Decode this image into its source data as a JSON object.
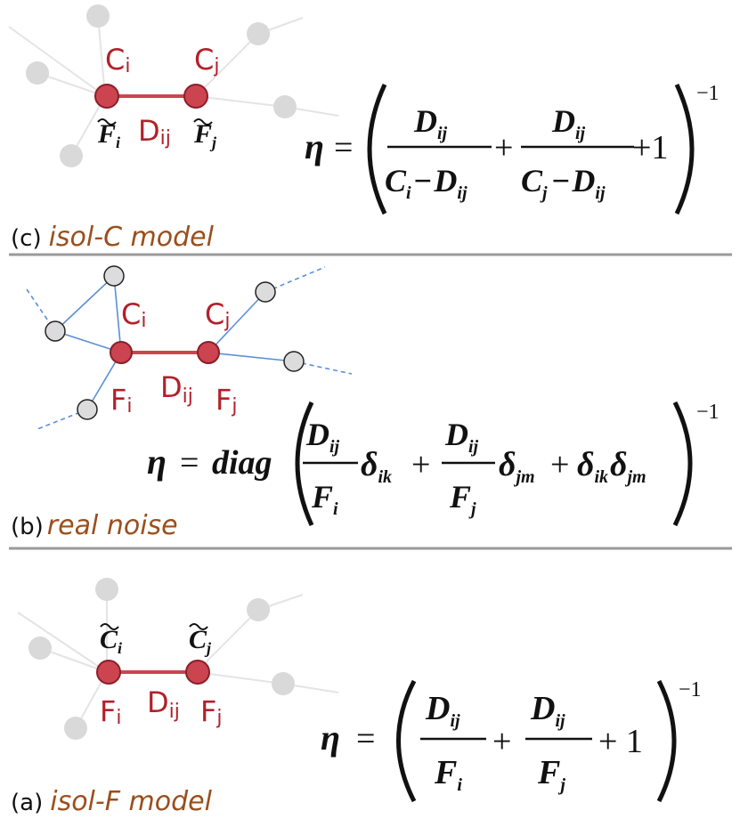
{
  "panels": {
    "c": {
      "caption_prefix": "(c)",
      "caption_title": "isol-C model",
      "node_i_top": "C",
      "node_i_top_sub": "i",
      "node_j_top": "C",
      "node_j_top_sub": "j",
      "link": "D",
      "link_sub": "ij",
      "node_i_bottom": "F",
      "node_i_bottom_sub": "i",
      "node_j_bottom": "F",
      "node_j_bottom_sub": "j",
      "eq_lhs": "η",
      "eq_eq": "=",
      "frac1_num": "D",
      "frac1_num_sub": "ij",
      "frac1_den_a": "C",
      "frac1_den_a_sub": "i",
      "frac1_den_op": "−",
      "frac1_den_b": "D",
      "frac1_den_b_sub": "ij",
      "plus1": "+",
      "frac2_num": "D",
      "frac2_num_sub": "ij",
      "frac2_den_a": "C",
      "frac2_den_a_sub": "j",
      "frac2_den_op": "−",
      "frac2_den_b": "D",
      "frac2_den_b_sub": "ij",
      "plus2": "+1",
      "exponent": "−1"
    },
    "b": {
      "caption_prefix": "(b)",
      "caption_title": "real noise",
      "node_i_top": "C",
      "node_i_top_sub": "i",
      "node_j_top": "C",
      "node_j_top_sub": "j",
      "link": "D",
      "link_sub": "ij",
      "node_i_bottom": "F",
      "node_i_bottom_sub": "i",
      "node_j_bottom": "F",
      "node_j_bottom_sub": "j",
      "eq_lhs": "η",
      "eq_eq": "=",
      "eq_func": "diag",
      "frac1_num": "D",
      "frac1_num_sub": "ij",
      "frac1_den": "F",
      "frac1_den_sub": "i",
      "delta1": "δ",
      "delta1_sub": "ik",
      "plus1": "+",
      "frac2_num": "D",
      "frac2_num_sub": "ij",
      "frac2_den": "F",
      "frac2_den_sub": "j",
      "delta2": "δ",
      "delta2_sub": "jm",
      "plus2": "+",
      "delta3": "δ",
      "delta3_sub": "ik",
      "delta4": "δ",
      "delta4_sub": "jm",
      "exponent": "−1"
    },
    "a": {
      "caption_prefix": "(a)",
      "caption_title": "isol-F model",
      "node_i_top": "C",
      "node_i_top_sub": "i",
      "node_j_top": "C",
      "node_j_top_sub": "j",
      "link": "D",
      "link_sub": "ij",
      "node_i_bottom": "F",
      "node_i_bottom_sub": "i",
      "node_j_bottom": "F",
      "node_j_bottom_sub": "j",
      "eq_lhs": "η",
      "eq_eq": "=",
      "frac1_num": "D",
      "frac1_num_sub": "ij",
      "frac1_den": "F",
      "frac1_den_sub": "i",
      "plus1": "+",
      "frac2_num": "D",
      "frac2_num_sub": "ij",
      "frac2_den": "F",
      "frac2_den_sub": "j",
      "plus2": "+ 1",
      "exponent": "−1"
    }
  },
  "colors": {
    "node_main": "#cc4450",
    "node_main_stroke": "#8a1f28",
    "link": "#cc4450",
    "label": "#b3202a",
    "caption_italic": "#9a4f1d",
    "neighbor_gray": "#d9d9d9",
    "neighbor_edge_gray": "#e4e4e4",
    "neighbor_edge_blue": "#5b8fd6",
    "divider": "#9a9a9a"
  }
}
